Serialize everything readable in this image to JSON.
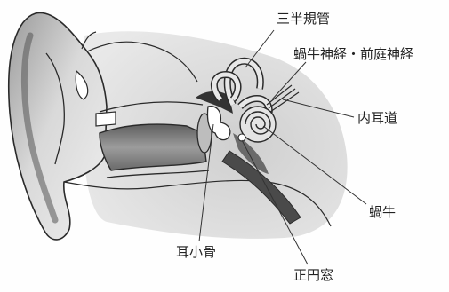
{
  "labels": {
    "semicircular_canals": "三半規管",
    "cochlear_vestibular_nerve": "蝸牛神経・前庭神経",
    "internal_auditory_canal": "内耳道",
    "cochlea": "蝸牛",
    "ossicles": "耳小骨",
    "round_window": "正円窓"
  },
  "colors": {
    "outline": "#2a2a2a",
    "skin_light": "#e6e6e6",
    "skin_mid": "#c4c4c4",
    "skin_dark": "#8a8a8a",
    "bone": "#d8d8d8",
    "tube": "#9a9a9a",
    "tube_dark": "#555555",
    "leader": "#333333"
  }
}
